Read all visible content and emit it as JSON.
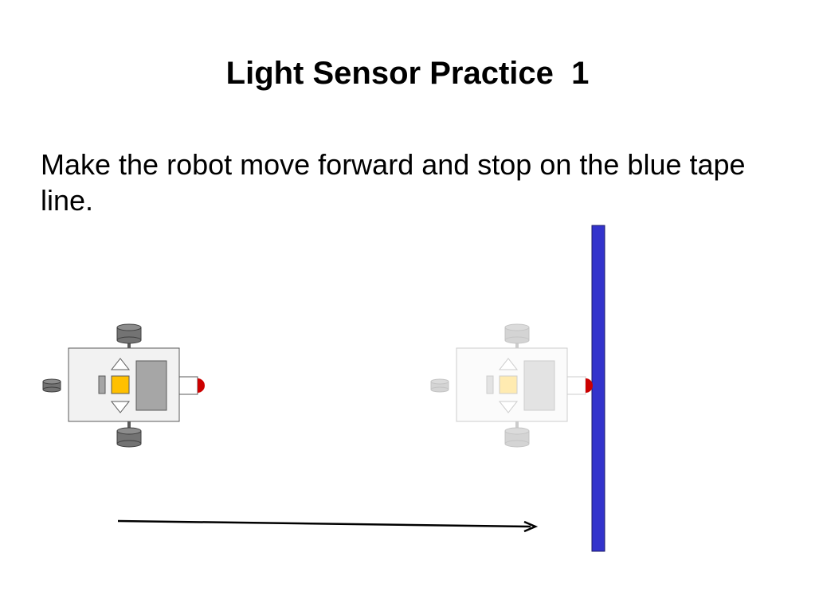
{
  "slide": {
    "title": "Light Sensor Practice  1",
    "instruction": "Make the robot move forward and stop on the blue tape line."
  },
  "colors": {
    "tape": "#3333cc",
    "sensor_led": "#cc0000",
    "robot_body": "#f2f2f2",
    "robot_brick": "#a6a6a6",
    "robot_button": "#ffc000",
    "wheel": "#737373",
    "arrow": "#000000"
  },
  "robots": [
    {
      "role": "start",
      "state": "solid"
    },
    {
      "role": "end",
      "state": "faded"
    }
  ],
  "icons": [
    "robot-icon",
    "tape-line",
    "arrow-right-icon"
  ]
}
